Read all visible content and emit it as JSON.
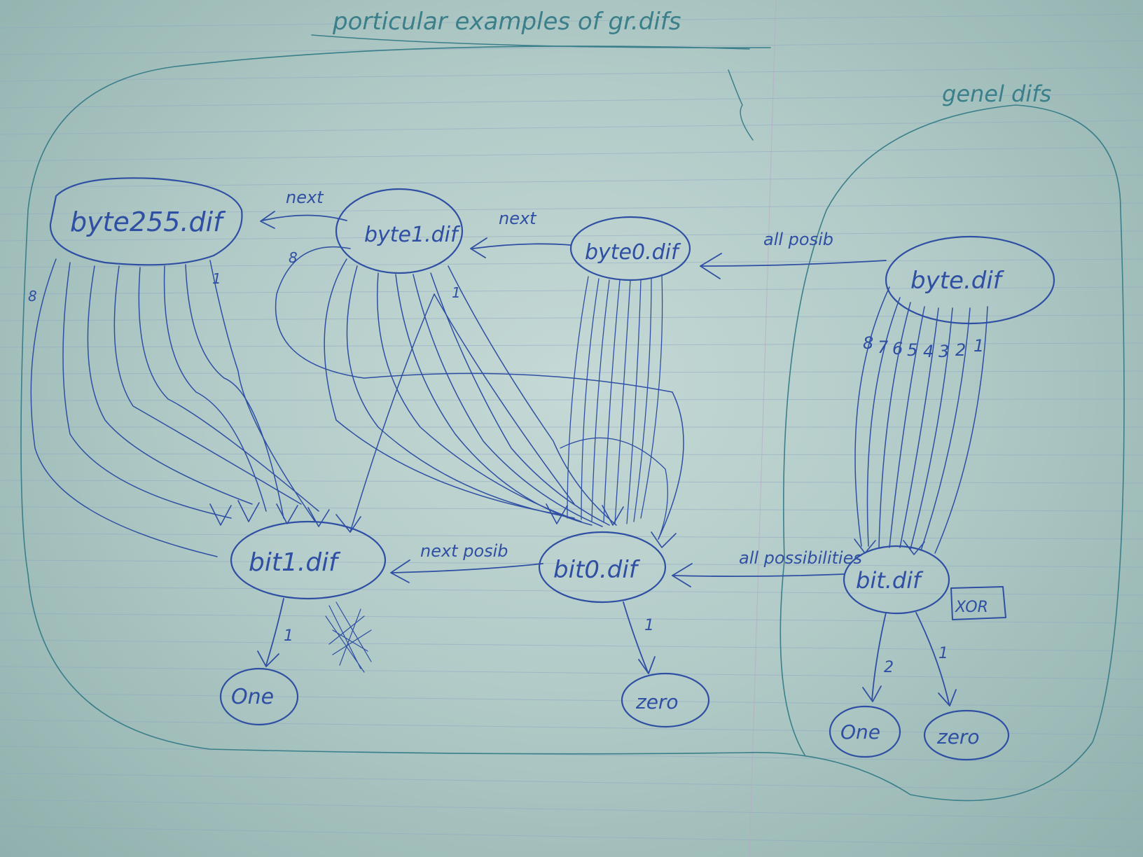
{
  "title": "porticular examples of gr.difs",
  "group_label": "genel difs",
  "nodes": {
    "byte255": "byte255.dif",
    "byte1": "byte1.dif",
    "byte0": "byte0.dif",
    "byte": "byte.dif",
    "bit1": "bit1.dif",
    "bit0": "bit0.dif",
    "bit": "bit.dif",
    "one_left": "One",
    "zero_mid": "zero",
    "one_right": "One",
    "zero_right": "zero"
  },
  "edges": {
    "next_top": "next",
    "next_mid": "next",
    "allposib_top": "all posib",
    "next_posib": "next posib",
    "all_possibilities": "all possibilities",
    "xor_tag": "XOR",
    "byte_bit_numbers": [
      "8",
      "7",
      "6",
      "5",
      "4",
      "3",
      "2",
      "1"
    ],
    "edge_8": "8",
    "edge_1": "1",
    "edge_2": "2"
  },
  "colors": {
    "ink": "#2f4fa3",
    "faint_ink": "#3a7f8a",
    "paper": "#c5d9d6"
  }
}
